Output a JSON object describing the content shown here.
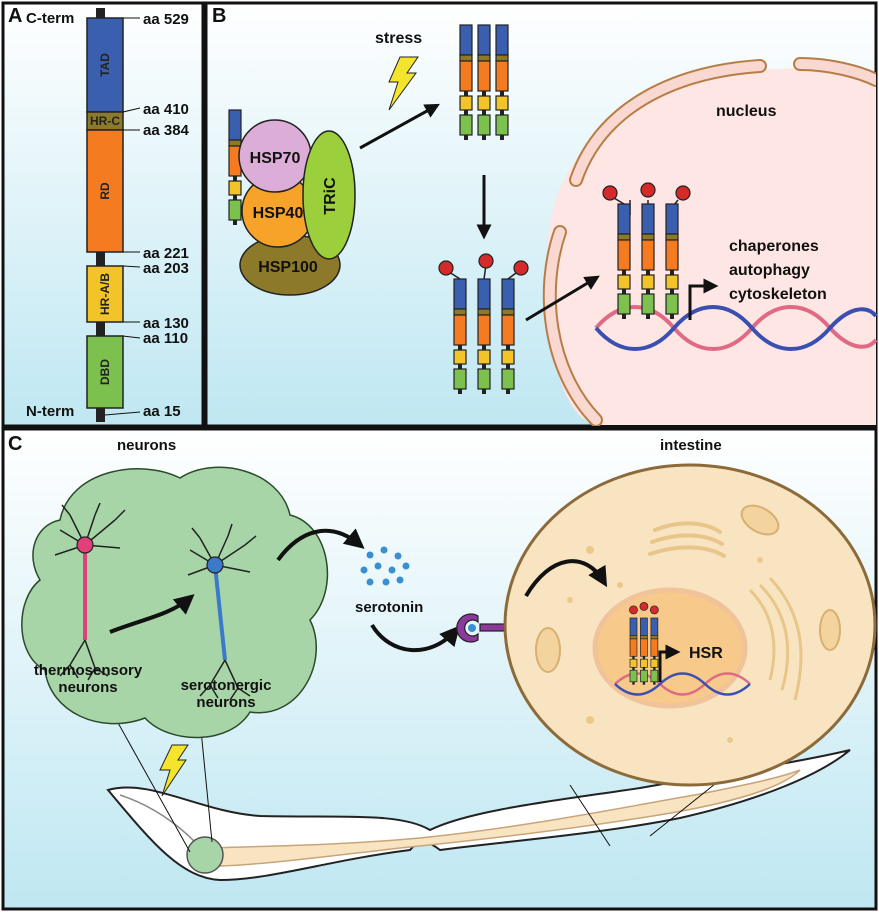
{
  "panel_a": {
    "label": "A",
    "c_term": "C-term",
    "n_term": "N-term",
    "domains": [
      {
        "name": "TAD",
        "color": "#3a5fae"
      },
      {
        "name": "HR-C",
        "color": "#8c7a2a"
      },
      {
        "name": "RD",
        "color": "#f47b20"
      },
      {
        "name": "HR-A/B",
        "color": "#f2c42a"
      },
      {
        "name": "DBD",
        "color": "#7cc14e"
      }
    ],
    "residues": [
      "aa 529",
      "aa 410",
      "aa 384",
      "aa 221",
      "aa 203",
      "aa 130",
      "aa 110",
      "aa 15"
    ]
  },
  "panel_b": {
    "label": "B",
    "stress": "stress",
    "nucleus": "nucleus",
    "chaperones": [
      "HSP70",
      "HSP40",
      "HSP100",
      "TRiC"
    ],
    "targets": [
      "chaperones",
      "autophagy",
      "cytoskeleton"
    ]
  },
  "panel_c": {
    "label": "C",
    "neurons": "neurons",
    "intestine": "intestine",
    "thermosensory": [
      "thermosensory",
      "neurons"
    ],
    "serotonergic": [
      "serotonergic",
      "neurons"
    ],
    "serotonin": "serotonin",
    "hsr": "HSR"
  },
  "colors": {
    "tad": "#3a5fae",
    "hr_c": "#8c7a2a",
    "rd": "#f47b20",
    "hr_ab": "#f2c42a",
    "dbd": "#7cc14e",
    "phospho": "#d42a2a",
    "dna_blue": "#3a4fb0",
    "dna_pink": "#e06a86",
    "neuron_cloud": "#a8d5a8",
    "intestine_cell": "#f8e4c0"
  }
}
